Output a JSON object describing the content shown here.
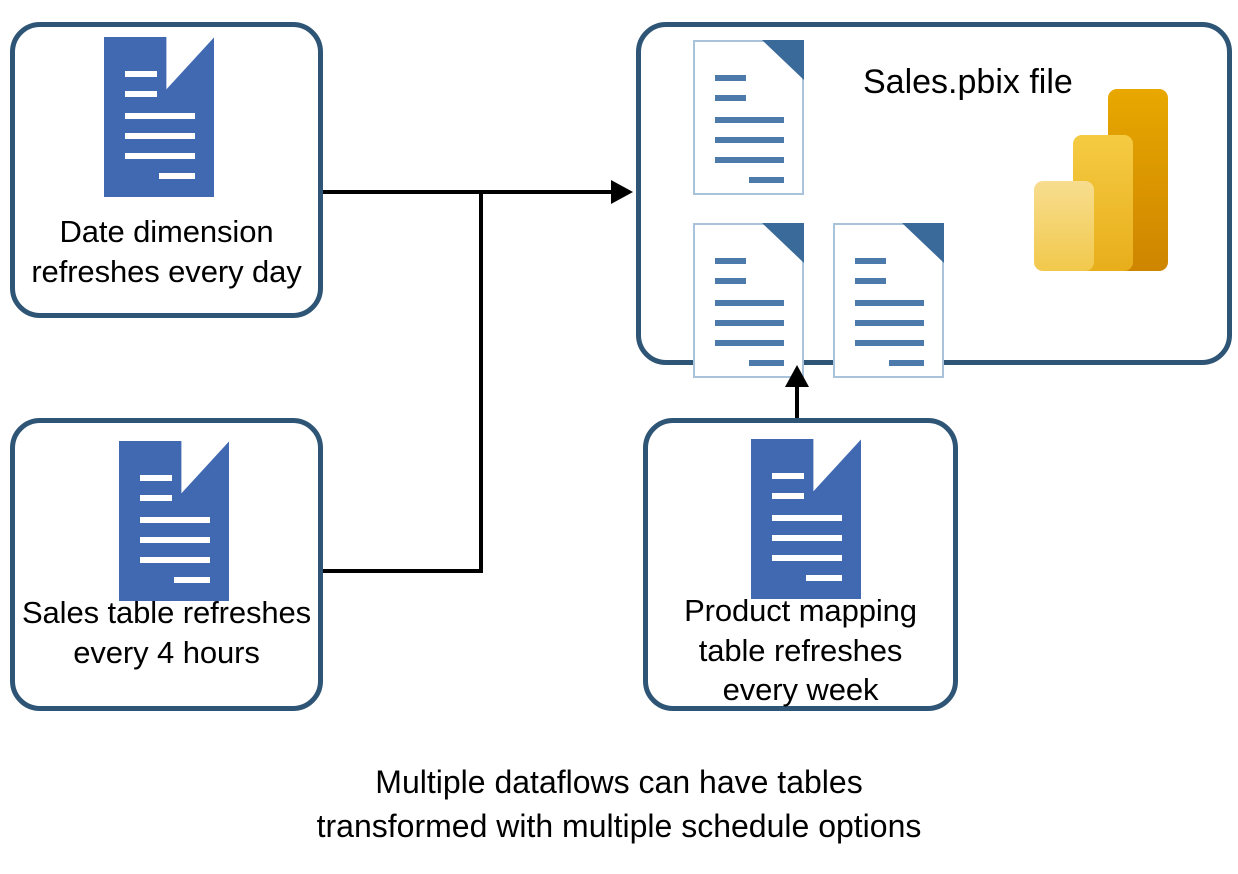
{
  "diagram": {
    "title": "Multiple dataflows feeding a Power BI file",
    "background_color": "#FFFFFF",
    "box_border_color": "#2E5575",
    "doc_blue_color": "#4169B2",
    "doc_white_border_color": "#A9C3DB",
    "doc_white_line_color": "#4C7AAA",
    "doc_white_fold_color": "#3A6A99",
    "connector_color": "#000000",
    "text_color": "#000000"
  },
  "boxes": {
    "date_dimension": {
      "label": "Date dimension\nrefreshes every day",
      "icon": "document-icon"
    },
    "sales_table": {
      "label": "Sales table refreshes\nevery 4 hours",
      "icon": "document-icon"
    },
    "product_mapping": {
      "label": "Product mapping\ntable refreshes\nevery week",
      "icon": "document-icon"
    },
    "pbix_file": {
      "title": "Sales.pbix file",
      "logo": "power-bi-logo",
      "documents": [
        {
          "name": "document-icon-1"
        },
        {
          "name": "document-icon-2"
        },
        {
          "name": "document-icon-3"
        }
      ]
    }
  },
  "power_bi_logo": {
    "name": "power-bi-logo",
    "bars": [
      {
        "name": "bar-small",
        "color_top": "#F7DD8F",
        "color_bottom": "#F2C94C"
      },
      {
        "name": "bar-medium",
        "color_top": "#F5CB43",
        "color_bottom": "#E8AE1B"
      },
      {
        "name": "bar-large",
        "color_top": "#E8A800",
        "color_bottom": "#CE8500"
      }
    ]
  },
  "connectors": [
    {
      "name": "date-dimension-to-pbix",
      "from": "date_dimension",
      "to": "pbix_file",
      "arrow": "right"
    },
    {
      "name": "sales-table-to-pbix",
      "from": "sales_table",
      "to": "pbix_file",
      "arrow": "right"
    },
    {
      "name": "product-mapping-to-pbix",
      "from": "product_mapping",
      "to": "pbix_file",
      "arrow": "up"
    }
  ],
  "caption": {
    "text": "Multiple dataflows can have tables\ntransformed with multiple schedule options"
  }
}
